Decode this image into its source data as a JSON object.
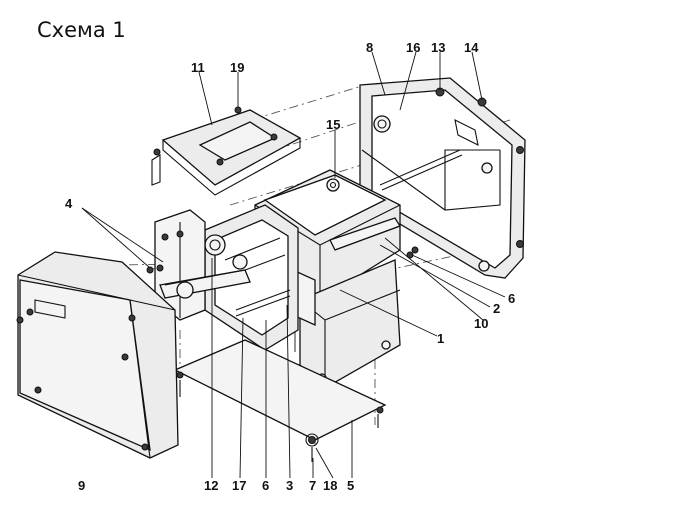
{
  "title": "Схема 1",
  "labels": [
    {
      "id": "8",
      "text": "8"
    },
    {
      "id": "16",
      "text": "16"
    },
    {
      "id": "13",
      "text": "13"
    },
    {
      "id": "14",
      "text": "14"
    },
    {
      "id": "11",
      "text": "11"
    },
    {
      "id": "19",
      "text": "19"
    },
    {
      "id": "15",
      "text": "15"
    },
    {
      "id": "4",
      "text": "4"
    },
    {
      "id": "6a",
      "text": "6"
    },
    {
      "id": "2",
      "text": "2"
    },
    {
      "id": "10",
      "text": "10"
    },
    {
      "id": "1",
      "text": "1"
    },
    {
      "id": "9",
      "text": "9"
    },
    {
      "id": "12",
      "text": "12"
    },
    {
      "id": "17",
      "text": "17"
    },
    {
      "id": "6b",
      "text": "6"
    },
    {
      "id": "3",
      "text": "3"
    },
    {
      "id": "7",
      "text": "7"
    },
    {
      "id": "18",
      "text": "18"
    },
    {
      "id": "5",
      "text": "5"
    }
  ]
}
